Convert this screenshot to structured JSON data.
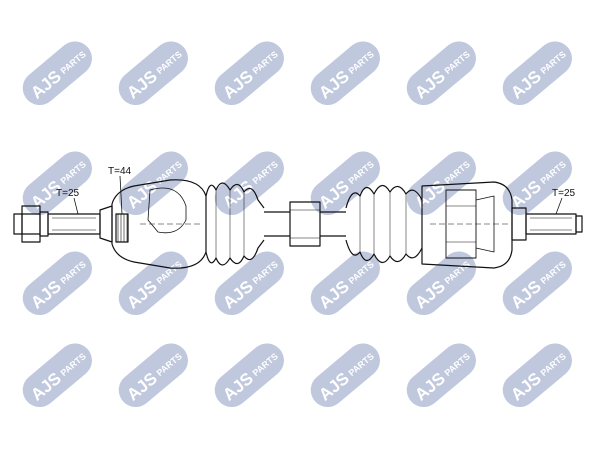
{
  "watermark": {
    "brand_text": "AJS",
    "brand_suffix": "PARTS",
    "badge_color": "#1f3d8a",
    "text_color": "#ffffff",
    "opacity": 0.28
  },
  "diagram": {
    "labels": {
      "outer_spline": "T=25",
      "abs_ring": "T=44",
      "inner_spline": "T=25"
    },
    "line_color": "#111111"
  }
}
